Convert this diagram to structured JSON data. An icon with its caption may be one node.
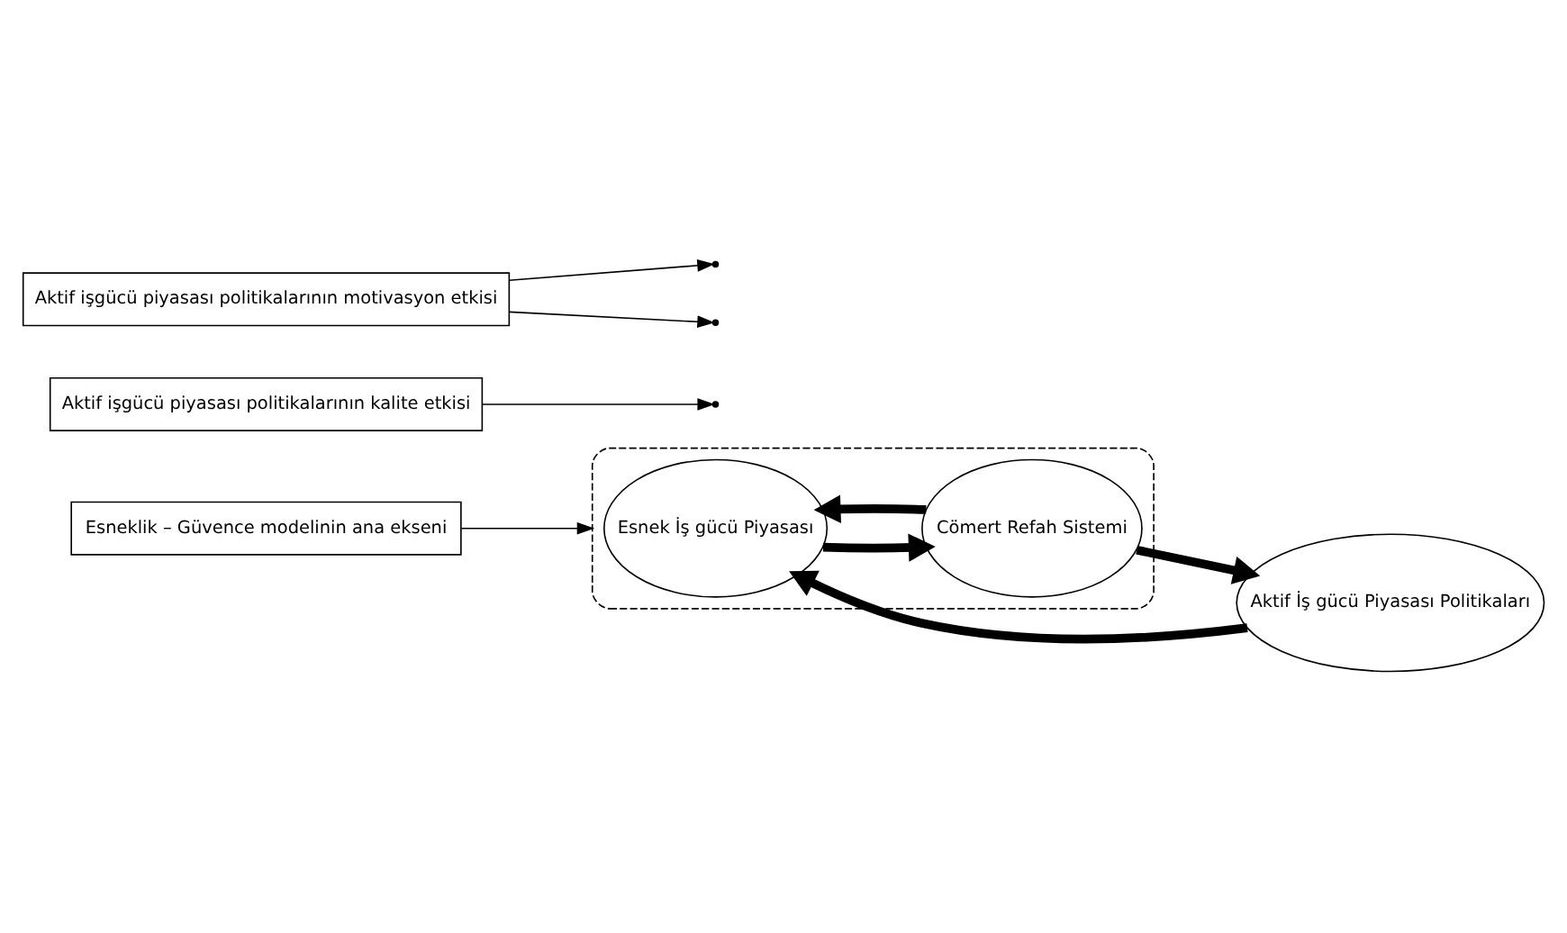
{
  "diagram": {
    "nodes": [
      {
        "text": [],
        "shape": "ellipse"
      },
      {
        "text": [
          "Esnek İş gücü Piyasası"
        ],
        "in": 0
      },
      {
        "text": [
          "Cömert Refah Sistemi"
        ],
        "in": 0
      },
      {
        "text": [
          "Aktif İş gücü Piyasası Politikaları"
        ]
      },
      {
        "text": [
          "Esneklik – Güvence modelinin ana ekseni"
        ]
      },
      {
        "text": [
          "Aktif işgücü piyasası politikalarının kalite etkisi"
        ]
      },
      {
        "text": [
          "Aktif işgücü piyasası politikalarının motivasyon etkisi"
        ]
      }
    ],
    "edges": [
      {
        "from": 1,
        "to": 2,
        "arrow": "to",
        "style": "thick"
      },
      {
        "from": 2,
        "to": 1,
        "arrow": "to",
        "style": "thick"
      },
      {
        "from": 3,
        "to": 1,
        "arrow": "to",
        "style": "thick"
      },
      {
        "from": 2,
        "to": 3,
        "arrow": "to",
        "style": "thick"
      },
      {
        "from": 4,
        "to": 0,
        "arrow": "to"
      },
      {
        "from": 5,
        "to": null,
        "arrow": "to"
      },
      {
        "from": 6,
        "to": null,
        "arrow": "to"
      },
      {
        "from": 6,
        "to": null,
        "arrow": "to"
      }
    ]
  }
}
